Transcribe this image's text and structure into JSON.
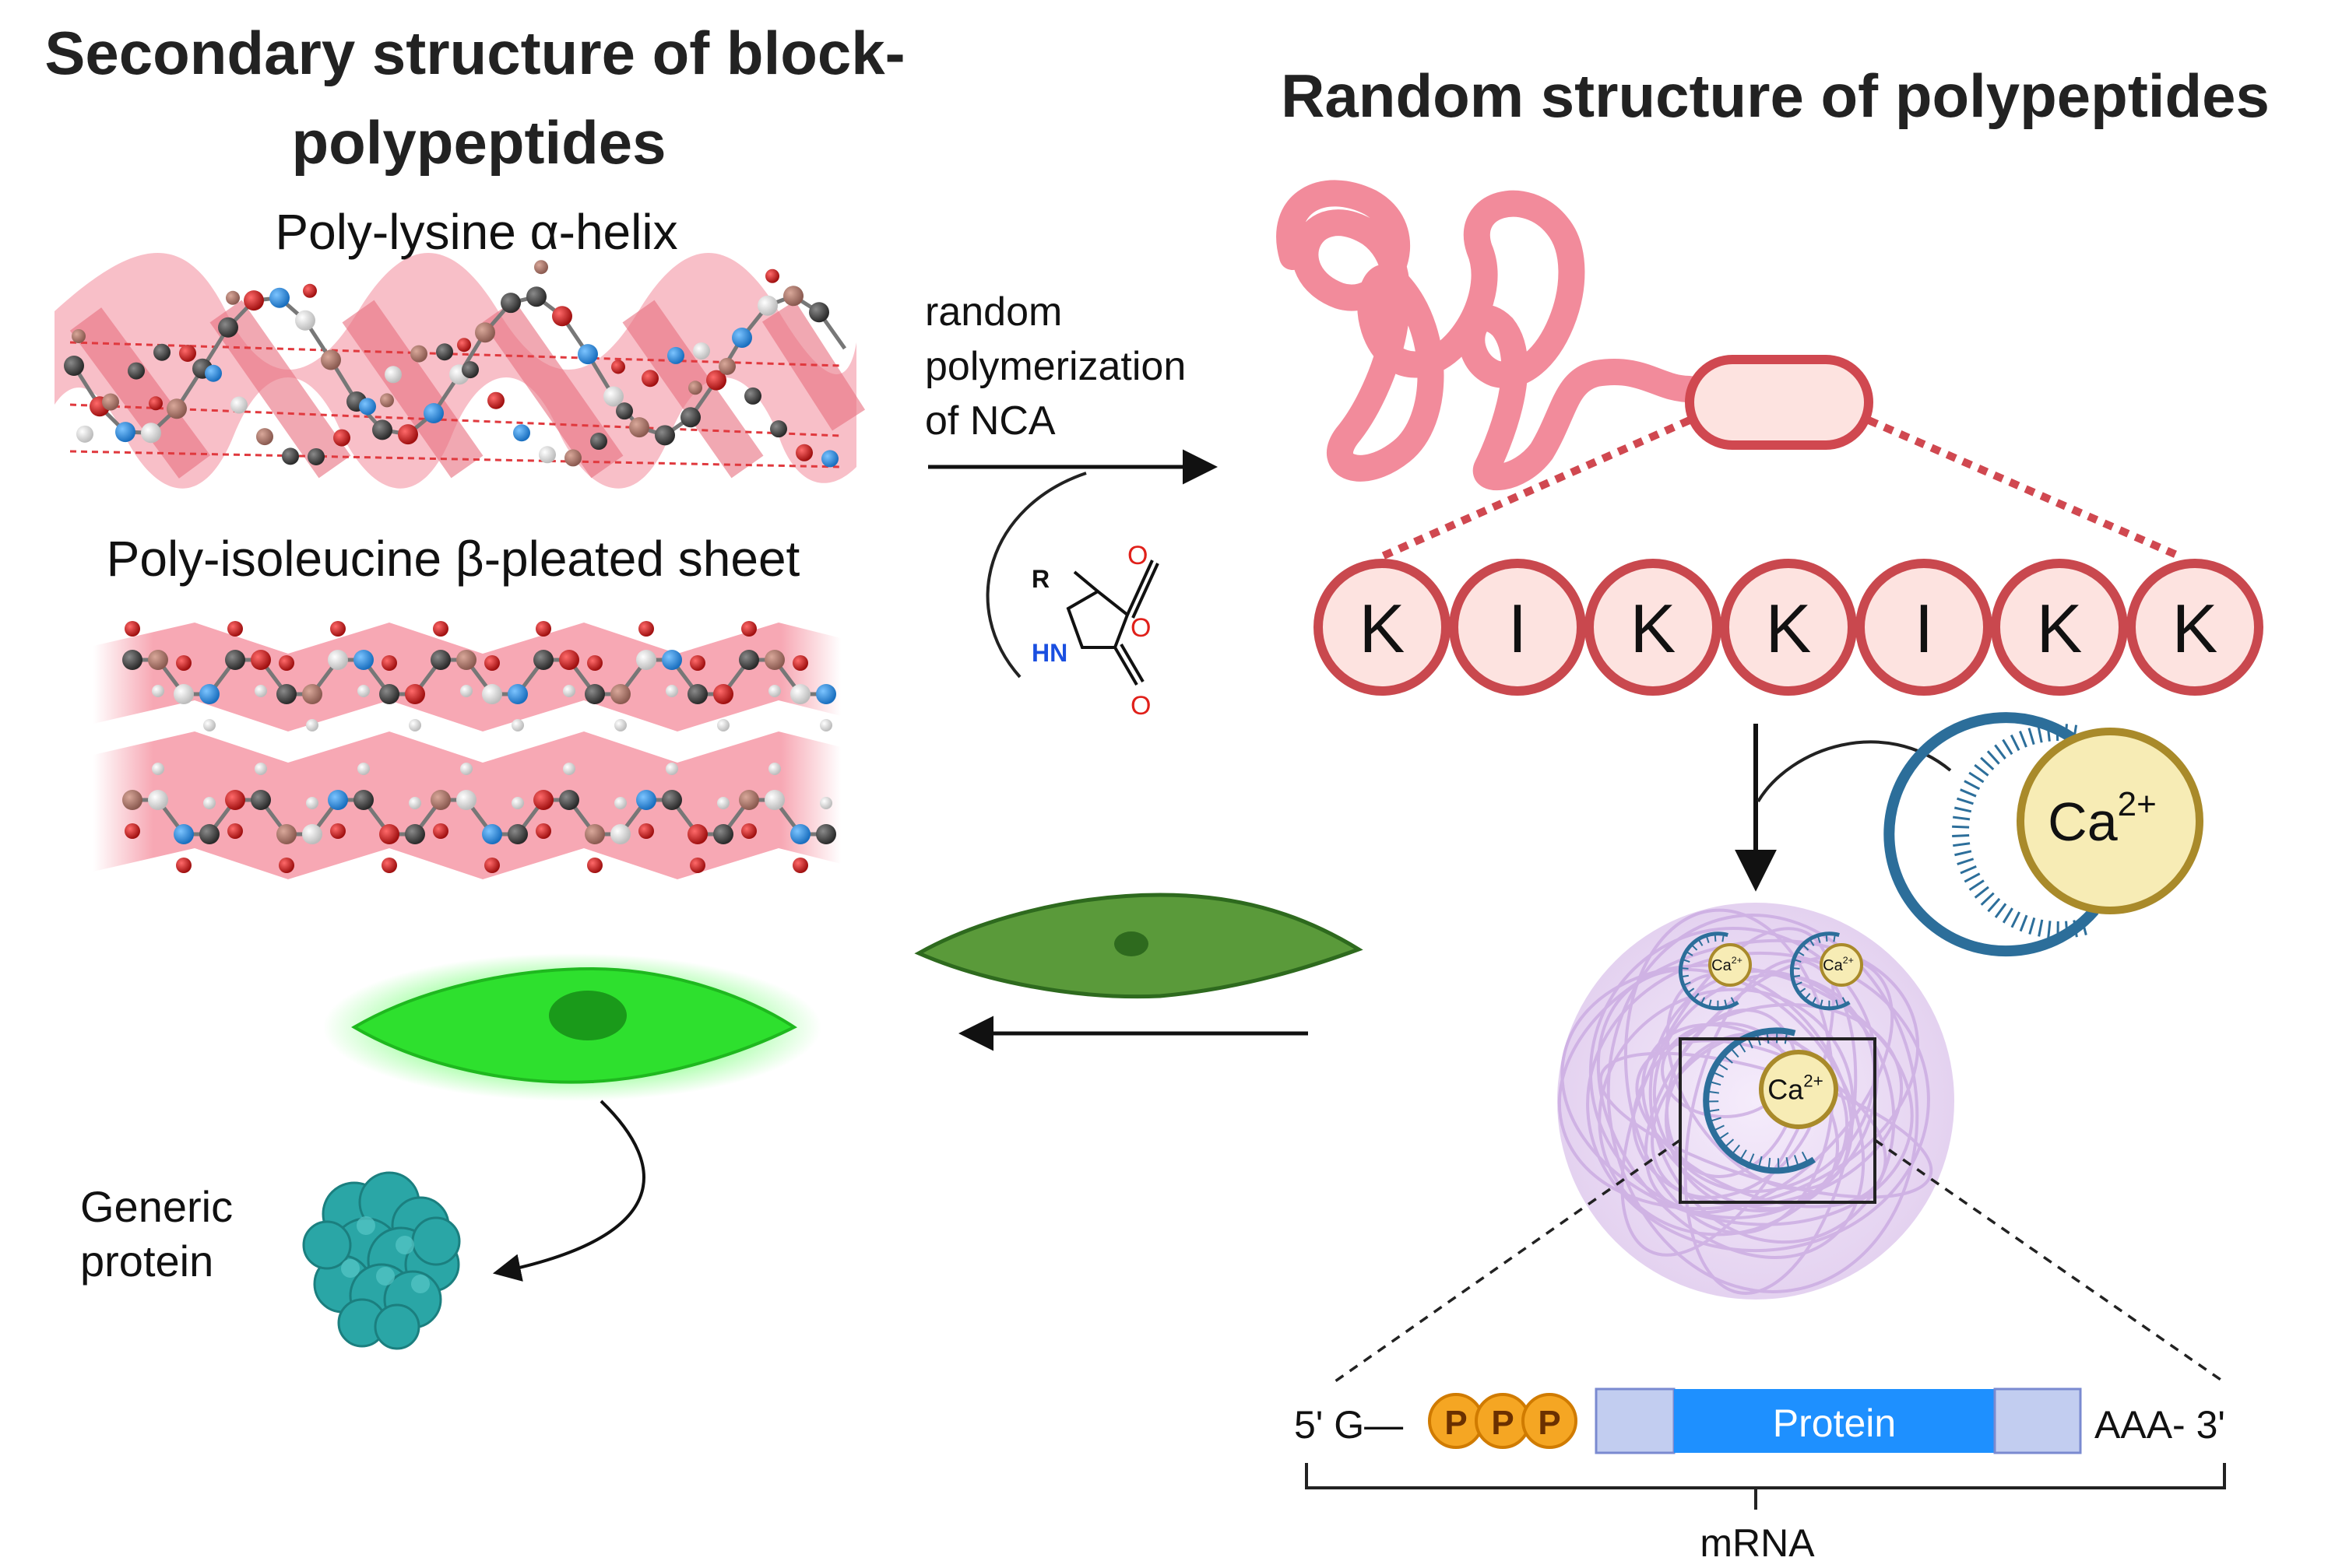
{
  "left_panel": {
    "title_line1": "Secondary structure of block-",
    "title_line2": "polypeptides",
    "helix_label": "Poly-lysine α-helix",
    "sheet_label": "Poly-isoleucine β-pleated sheet"
  },
  "right_panel": {
    "title": "Random structure of polypeptides",
    "sequence": [
      "K",
      "I",
      "K",
      "K",
      "I",
      "K",
      "K"
    ]
  },
  "reaction": {
    "line1": "random",
    "line2": "polymerization",
    "line3": "of NCA",
    "nca_r": "R",
    "nca_nh": "HN",
    "nca_o_top": "O",
    "nca_o_ring": "O",
    "nca_o_bottom": "O"
  },
  "calcium": {
    "ion_label": "Ca",
    "ion_charge": "2+"
  },
  "protein": {
    "label_line1": "Generic",
    "label_line2": "protein"
  },
  "mrna": {
    "five_prime": "5' G—",
    "phosphates": [
      "P",
      "P",
      "P"
    ],
    "coding_label": "Protein",
    "three_prime": "AAA- 3'",
    "bracket_label": "mRNA"
  },
  "colors": {
    "ribbon_pink": "#f28b9b",
    "bead_red": "#c9484e",
    "bead_fill": "#fde3e0",
    "cell_green": "#2ee02e",
    "cell_dark_green": "#5a9a3a",
    "calcium_gold": "#f7ecb5",
    "calcium_stroke": "#a98a2a",
    "chelator_blue": "#2c6e9a",
    "phosphate_orange": "#f5a623",
    "coding_blue": "#1e90ff",
    "utr_blue": "#c2cdf0",
    "protein_teal": "#2aa6a6"
  },
  "icons": [
    "arrow-icon",
    "nca-molecule-icon",
    "cell-icon",
    "protein-icon",
    "nanoparticle-icon",
    "calcium-icon"
  ]
}
